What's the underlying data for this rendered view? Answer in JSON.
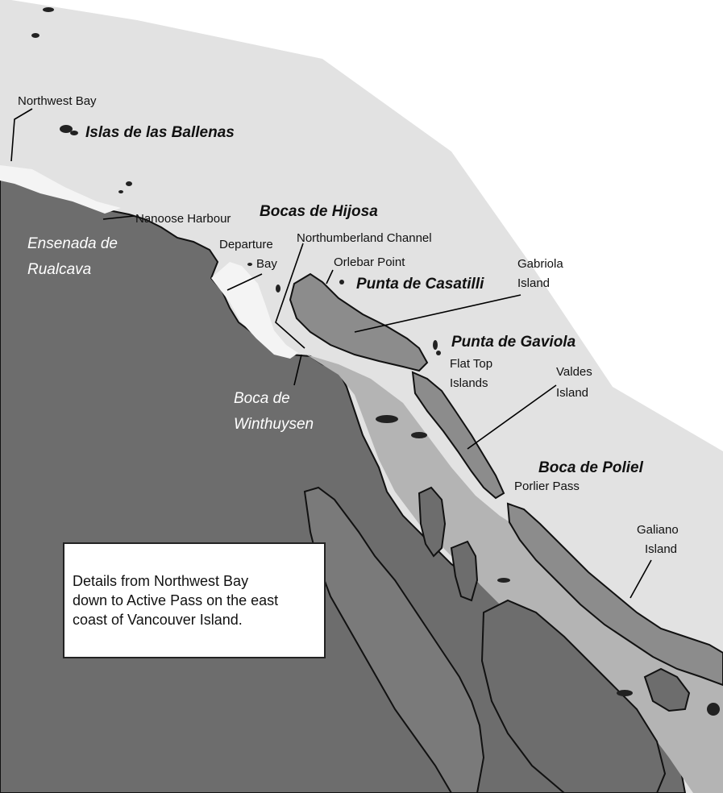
{
  "labels": {
    "northwest_bay": "Northwest Bay",
    "islas_ballenas": "Islas de las Ballenas",
    "nanoose_harbour": "Nanoose Harbour",
    "bocas_hijosa": "Bocas de Hijosa",
    "ensenada_line1": "Ensenada de",
    "ensenada_line2": "Rualcava",
    "departure_line1": "Departure",
    "departure_line2": "Bay",
    "northumberland": "Northumberland Channel",
    "orlebar_point": "Orlebar Point",
    "punta_casatilli": "Punta de Casatilli",
    "gabriola_line1": "Gabriola",
    "gabriola_line2": "Island",
    "punta_gaviola": "Punta de Gaviola",
    "flattop_line1": "Flat Top",
    "flattop_line2": "Islands",
    "valdes_line1": "Valdes",
    "valdes_line2": "Island",
    "boca_winthuysen_line1": "Boca de",
    "boca_winthuysen_line2": "Winthuysen",
    "boca_poliel": "Boca de Poliel",
    "porlier_pass": "Porlier Pass",
    "galiano_line1": "Galiano",
    "galiano_line2": "Island"
  },
  "info_box": {
    "line1": "Details from Northwest Bay",
    "line2": "down to Active Pass on the east",
    "line3": "coast of Vancouver Island."
  },
  "colors": {
    "sea": "#e2e2e2",
    "land_main": "#6d6d6d",
    "land_islands": "#8c8c8c",
    "channel": "#b4b4b4",
    "background": "#ffffff"
  }
}
